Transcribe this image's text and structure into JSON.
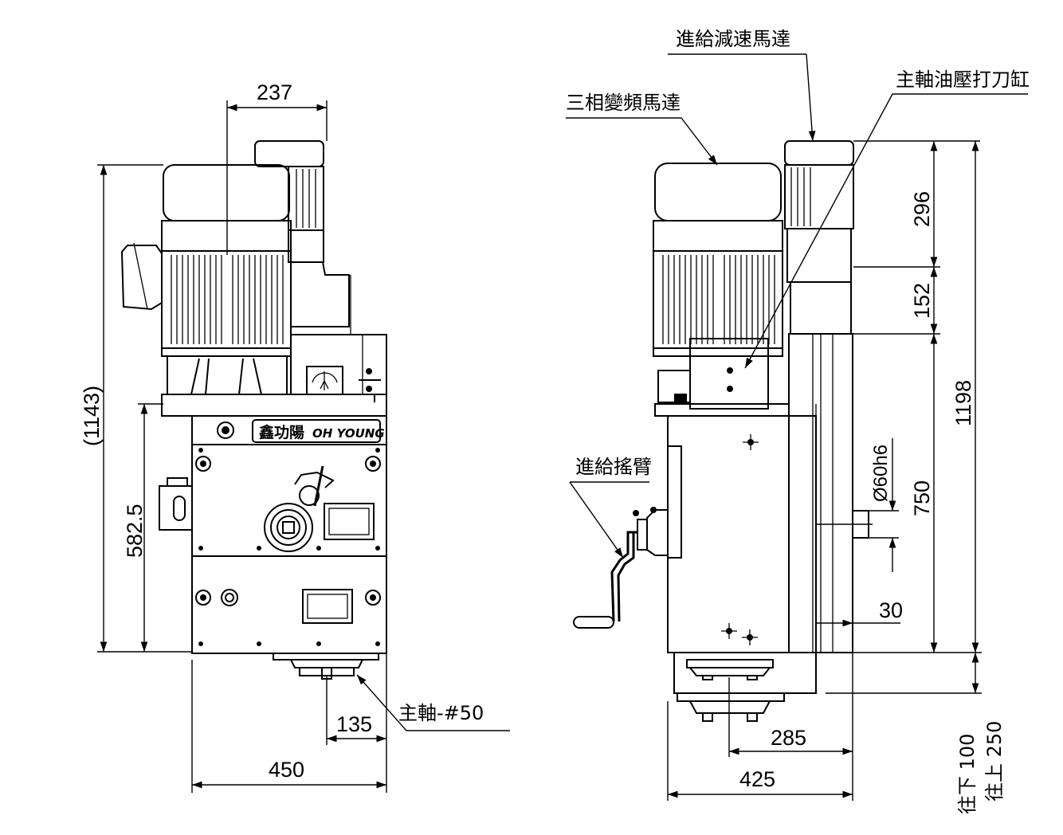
{
  "drawing": {
    "front_view": {
      "dimensions": {
        "motor_offset": "237",
        "overall_height": "(1143)",
        "lower_height": "582.5",
        "spindle_offset": "135",
        "width": "450"
      },
      "labels": {
        "spindle": "主軸-#50"
      },
      "logo": {
        "chinese": "鑫功陽",
        "english": "OH YOUNG"
      }
    },
    "side_view": {
      "dimensions": {
        "top_section": "296",
        "mid_section": "152",
        "lower_section": "750",
        "total_height": "1198",
        "shaft_diameter": "Ø60h6",
        "shaft_offset": "30",
        "spindle_center": "285",
        "depth": "425",
        "travel_down": "往下 100",
        "travel_up": "往上 250"
      },
      "labels": {
        "feed_reduction_motor": "進給減速馬達",
        "spindle_hydraulic_cylinder": "主軸油壓打刀缸",
        "three_phase_motor": "三相變頻馬達",
        "feed_handle": "進給搖臂"
      }
    }
  }
}
